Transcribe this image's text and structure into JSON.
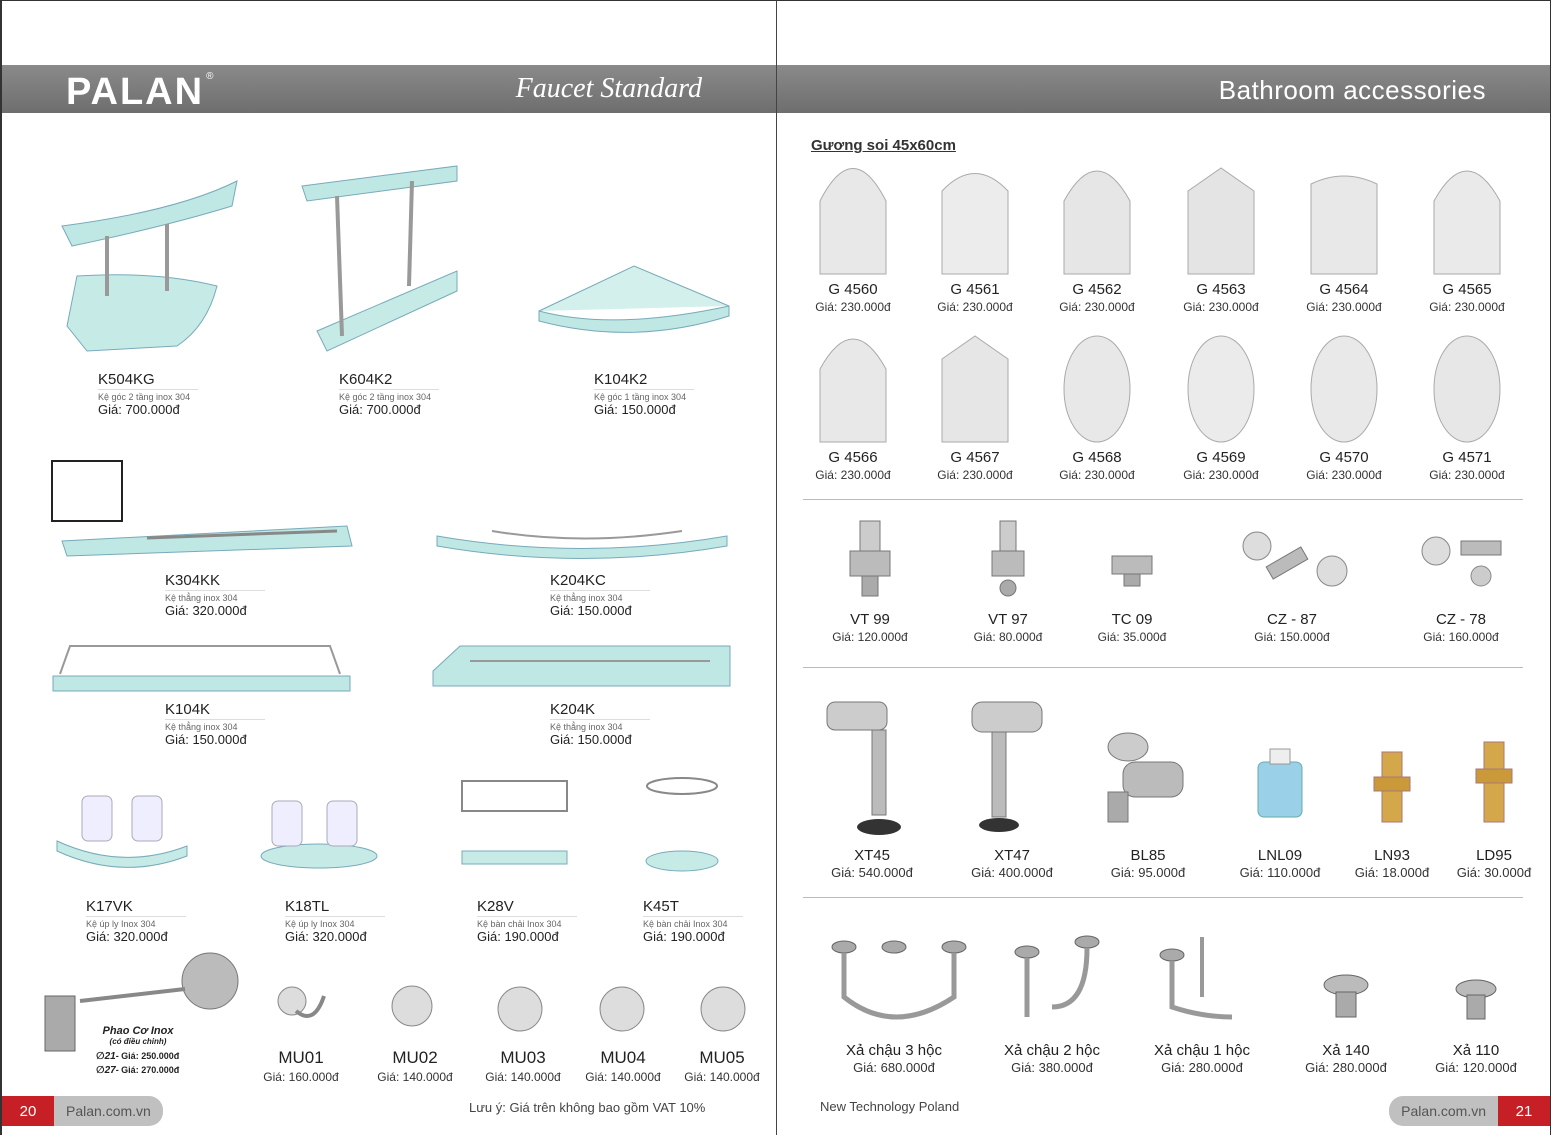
{
  "left_page": {
    "brand": "PALAN",
    "brand_mark": "®",
    "title": "Faucet Standard",
    "page_number": "20",
    "site": "Palan.com.vn",
    "note": "Lưu ý: Giá trên không bao gồm VAT 10%",
    "shelves": [
      {
        "code": "K504KG",
        "desc": "Kệ góc 2 tầng inox 304",
        "price": "Giá: 700.000đ"
      },
      {
        "code": "K604K2",
        "desc": "Kệ góc 2 tầng inox 304",
        "price": "Giá: 700.000đ"
      },
      {
        "code": "K104K2",
        "desc": "Kệ góc 1 tầng inox 304",
        "price": "Giá: 150.000đ"
      },
      {
        "code": "K304KK",
        "desc": "Kệ thẳng inox 304",
        "price": "Giá: 320.000đ"
      },
      {
        "code": "K204KC",
        "desc": "Kệ thẳng inox 304",
        "price": "Giá: 150.000đ"
      },
      {
        "code": "K104K",
        "desc": "Kệ thẳng inox 304",
        "price": "Giá: 150.000đ"
      },
      {
        "code": "K204K",
        "desc": "Kệ thẳng inox 304",
        "price": "Giá: 150.000đ"
      },
      {
        "code": "K17VK",
        "desc": "Kệ úp ly Inox 304",
        "price": "Giá: 320.000đ"
      },
      {
        "code": "K18TL",
        "desc": "Kệ úp ly Inox 304",
        "price": "Giá: 320.000đ"
      },
      {
        "code": "K28V",
        "desc": "Kệ bàn chải Inox 304",
        "price": "Giá: 190.000đ"
      },
      {
        "code": "K45T",
        "desc": "Kệ bàn chải Inox 304",
        "price": "Giá: 190.000đ"
      }
    ],
    "float_valve": {
      "name": "Phao Cơ Inox",
      "sub": "(có điều chỉnh)",
      "line1_size": "∅21",
      "line1_price": "- Giá: 250.000đ",
      "line2_size": "∅27",
      "line2_price": "- Giá: 270.000đ"
    },
    "hooks": [
      {
        "code": "MU01",
        "price": "Giá: 160.000đ"
      },
      {
        "code": "MU02",
        "price": "Giá: 140.000đ"
      },
      {
        "code": "MU03",
        "price": "Giá: 140.000đ"
      },
      {
        "code": "MU04",
        "price": "Giá: 140.000đ"
      },
      {
        "code": "MU05",
        "price": "Giá: 140.000đ"
      }
    ]
  },
  "right_page": {
    "title": "Bathroom accessories",
    "page_number": "21",
    "site": "Palan.com.vn",
    "footer_note": "New Technology Poland",
    "mirror_heading": "Gương soi 45x60cm",
    "mirrors_row1": [
      {
        "code": "G 4560",
        "price": "Giá: 230.000đ"
      },
      {
        "code": "G 4561",
        "price": "Giá: 230.000đ"
      },
      {
        "code": "G 4562",
        "price": "Giá: 230.000đ"
      },
      {
        "code": "G 4563",
        "price": "Giá: 230.000đ"
      },
      {
        "code": "G 4564",
        "price": "Giá: 230.000đ"
      },
      {
        "code": "G 4565",
        "price": "Giá: 230.000đ"
      }
    ],
    "mirrors_row2": [
      {
        "code": "G 4566",
        "price": "Giá: 230.000đ"
      },
      {
        "code": "G 4567",
        "price": "Giá: 230.000đ"
      },
      {
        "code": "G 4568",
        "price": "Giá: 230.000đ"
      },
      {
        "code": "G 4569",
        "price": "Giá: 230.000đ"
      },
      {
        "code": "G 4570",
        "price": "Giá: 230.000đ"
      },
      {
        "code": "G 4571",
        "price": "Giá: 230.000đ"
      }
    ],
    "valves": [
      {
        "code": "VT 99",
        "price": "Giá: 120.000đ"
      },
      {
        "code": "VT 97",
        "price": "Giá: 80.000đ"
      },
      {
        "code": "TC 09",
        "price": "Giá: 35.000đ"
      },
      {
        "code": "CZ - 87",
        "price": "Giá: 150.000đ"
      },
      {
        "code": "CZ - 78",
        "price": "Giá: 160.000đ"
      }
    ],
    "fittings": [
      {
        "code": "XT45",
        "price": "Giá: 540.000đ"
      },
      {
        "code": "XT47",
        "price": "Giá: 400.000đ"
      },
      {
        "code": "BL85",
        "price": "Giá: 95.000đ"
      },
      {
        "code": "LNL09",
        "price": "Giá: 110.000đ"
      },
      {
        "code": "LN93",
        "price": "Giá: 18.000đ"
      },
      {
        "code": "LD95",
        "price": "Giá: 30.000đ"
      }
    ],
    "drains": [
      {
        "code": "Xả chậu 3 hộc",
        "price": "Giá: 680.000đ"
      },
      {
        "code": "Xả chậu 2 hộc",
        "price": "Giá: 380.000đ"
      },
      {
        "code": "Xả chậu 1 hộc",
        "price": "Giá: 280.000đ"
      },
      {
        "code": "Xả 140",
        "price": "Giá: 280.000đ"
      },
      {
        "code": "Xả 110",
        "price": "Giá: 120.000đ"
      }
    ]
  }
}
